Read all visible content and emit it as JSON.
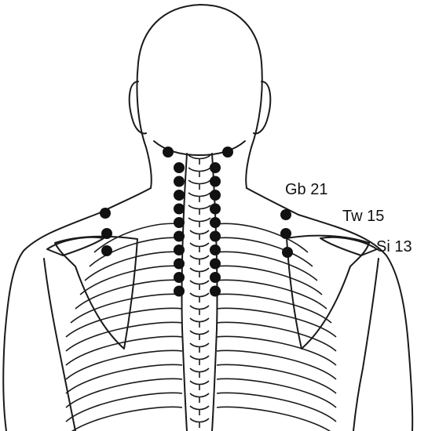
{
  "labels": {
    "gb21": "Gb 21",
    "tw15": "Tw 15",
    "si13": "Si 13"
  },
  "colors": {
    "line": "#1a1a1a",
    "point": "#111111",
    "background": "#ffffff"
  }
}
